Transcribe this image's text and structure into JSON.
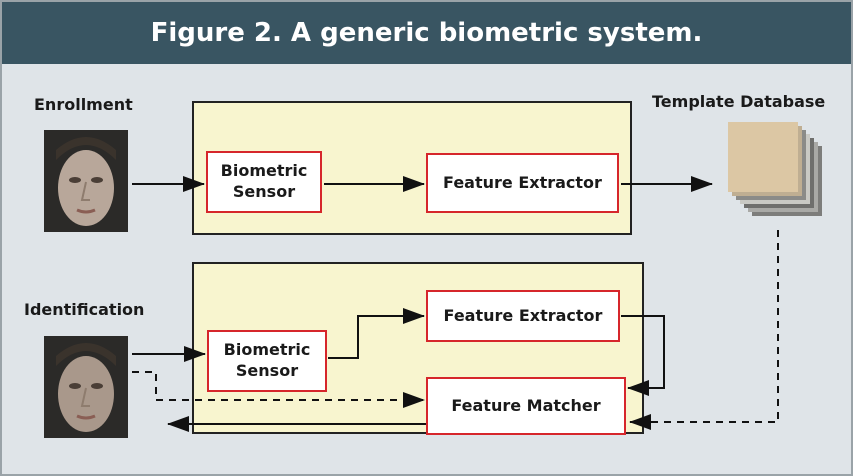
{
  "title": "Figure 2. A generic biometric system.",
  "labels": {
    "enrollment": "Enrollment",
    "identification": "Identification",
    "template_database": "Template Database"
  },
  "enrollment": {
    "sensor": "Biometric\nSensor",
    "extractor": "Feature Extractor"
  },
  "identification": {
    "sensor": "Biometric\nSensor",
    "extractor": "Feature Extractor",
    "matcher": "Feature Matcher"
  },
  "colors": {
    "title_bar": "#395562",
    "background": "#dfe4e8",
    "panel": "#f8f5cf",
    "box_border": "#d6262b",
    "database": "#dcc7a4"
  },
  "icons": [
    "face-photo-icon",
    "database-stack-icon",
    "arrow-icon"
  ]
}
